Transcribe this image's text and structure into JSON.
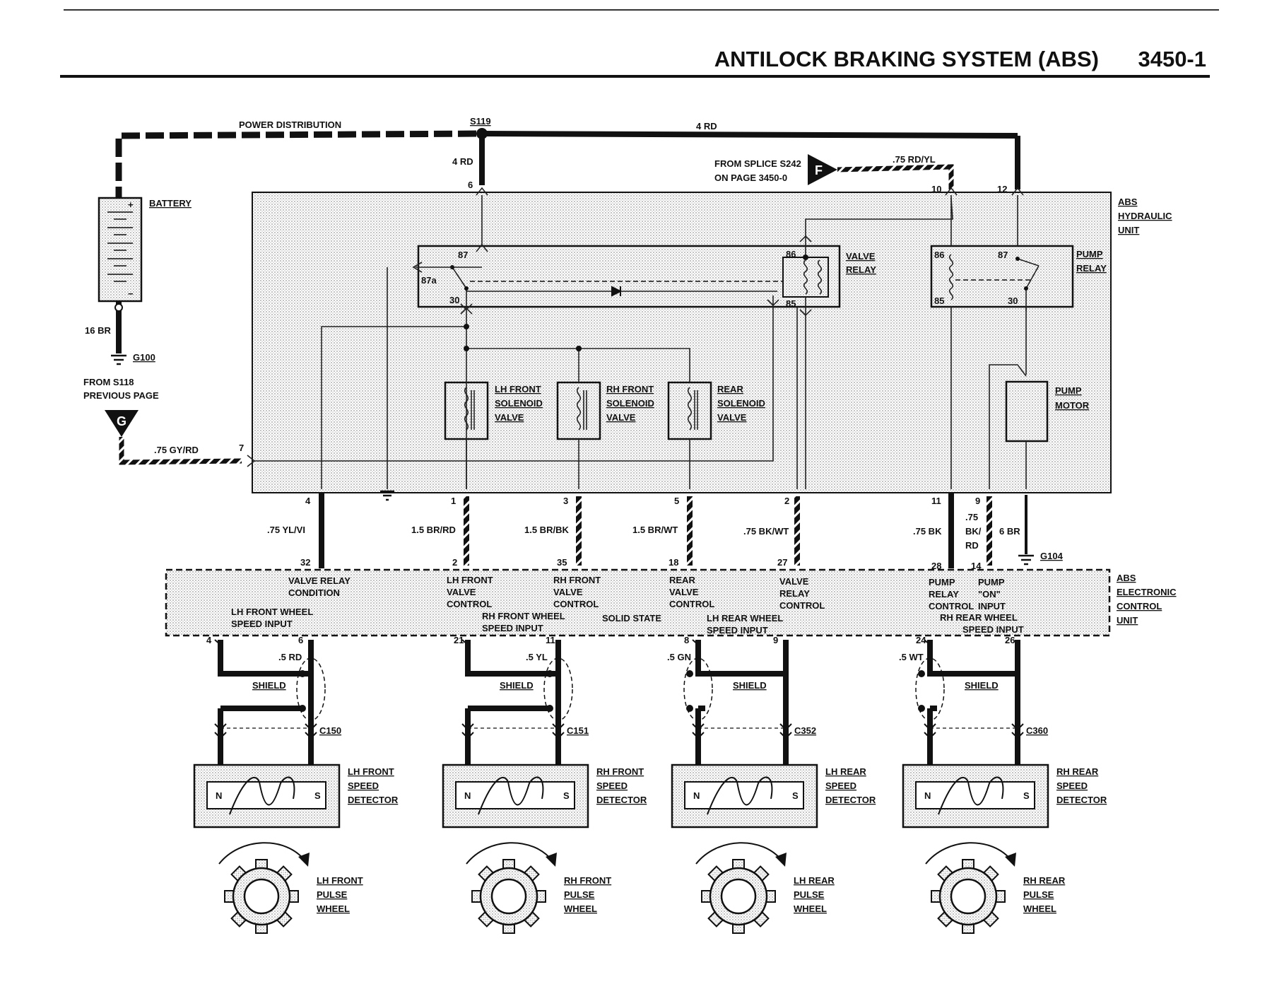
{
  "header": {
    "title": "ANTILOCK BRAKING SYSTEM (ABS)",
    "page_number": "3450-1"
  },
  "power": {
    "distribution_label": "POWER DISTRIBUTION",
    "splice_s119": "S119",
    "wire_top": "4 RD",
    "wire_down": "4 RD",
    "pin_6": "6"
  },
  "battery": {
    "label": "BATTERY",
    "wire": "16 BR",
    "ground": "G100",
    "from_line1": "FROM S118",
    "from_line2": "PREVIOUS PAGE",
    "connector_g": "G",
    "wire_g": ".75 GY/RD",
    "pin_7": "7"
  },
  "splice_f": {
    "line1": "FROM SPLICE S242",
    "line2": "ON PAGE  3450-0",
    "connector": "F",
    "wire": ".75 RD/YL",
    "pin_10": "10",
    "pin_12": "12"
  },
  "hydraulic_unit": {
    "label_line1": "ABS",
    "label_line2": "HYDRAULIC",
    "label_line3": "UNIT",
    "valve_relay_line1": "VALVE",
    "valve_relay_line2": "RELAY",
    "pump_relay_line1": "PUMP",
    "pump_relay_line2": "RELAY",
    "pump_motor_line1": "PUMP",
    "pump_motor_line2": "MOTOR",
    "relay_pins": {
      "p87": "87",
      "p87a": "87a",
      "p30": "30",
      "p86": "86",
      "p85": "85",
      "p87b": "87",
      "p86b": "86",
      "p85b": "85",
      "p30b": "30"
    },
    "lh_valve": [
      "LH FRONT",
      "SOLENOID",
      "VALVE"
    ],
    "rh_valve": [
      "RH FRONT",
      "SOLENOID",
      "VALVE"
    ],
    "rear_valve": [
      "REAR",
      "SOLENOID",
      "VALVE"
    ]
  },
  "harness": {
    "pins_top": [
      "4",
      "1",
      "3",
      "5",
      "2",
      "11",
      "9"
    ],
    "wires": [
      ".75 YL/VI",
      "1.5 BR/RD",
      "1.5 BR/BK",
      "1.5 BR/WT",
      ".75 BK/WT",
      ".75 BK"
    ],
    "wire_9": [
      ".75",
      "BK/",
      "RD"
    ],
    "wire_6br": "6 BR",
    "ground_g104": "G104",
    "pins_bottom": [
      "32",
      "2",
      "35",
      "18",
      "27",
      "28",
      "14"
    ]
  },
  "control_unit": {
    "label_line1": "ABS",
    "label_line2": "ELECTRONIC",
    "label_line3": "CONTROL",
    "label_line4": "UNIT",
    "solid_state": "SOLID STATE",
    "valve_relay_condition": [
      "VALVE RELAY",
      "CONDITION"
    ],
    "lh_front_wheel_input": [
      "LH FRONT WHEEL",
      "SPEED INPUT"
    ],
    "lh_front_valve_control": [
      "LH FRONT",
      "VALVE",
      "CONTROL"
    ],
    "rh_front_valve_control": [
      "RH FRONT",
      "VALVE",
      "CONTROL"
    ],
    "rh_front_wheel_input": [
      "RH FRONT WHEEL",
      "SPEED INPUT"
    ],
    "rear_valve_control": [
      "REAR",
      "VALVE",
      "CONTROL"
    ],
    "lh_rear_wheel_input": [
      "LH REAR WHEEL",
      "SPEED INPUT"
    ],
    "valve_relay_control": [
      "VALVE",
      "RELAY",
      "CONTROL"
    ],
    "pump_relay_control": [
      "PUMP",
      "RELAY",
      "CONTROL"
    ],
    "pump_on_input": [
      "PUMP",
      "\"ON\"",
      "INPUT"
    ],
    "rh_rear_wheel_input": [
      "RH REAR WHEEL",
      "SPEED INPUT"
    ]
  },
  "sensors": [
    {
      "pin_a": "4",
      "pin_b": "6",
      "wire": ".5 RD",
      "shield": "SHIELD",
      "connector": "C150",
      "detector": [
        "LH FRONT",
        "SPEED",
        "DETECTOR"
      ],
      "wheel": [
        "LH FRONT",
        "PULSE",
        "WHEEL"
      ],
      "n": "N",
      "s": "S"
    },
    {
      "pin_a": "21",
      "pin_b": "11",
      "wire": ".5 YL",
      "shield": "SHIELD",
      "connector": "C151",
      "detector": [
        "RH FRONT",
        "SPEED",
        "DETECTOR"
      ],
      "wheel": [
        "RH FRONT",
        "PULSE",
        "WHEEL"
      ],
      "n": "N",
      "s": "S"
    },
    {
      "pin_a": "8",
      "pin_b": "9",
      "wire": ".5 GN",
      "shield": "SHIELD",
      "connector": "C352",
      "detector": [
        "LH REAR",
        "SPEED",
        "DETECTOR"
      ],
      "wheel": [
        "LH REAR",
        "PULSE",
        "WHEEL"
      ],
      "n": "N",
      "s": "S"
    },
    {
      "pin_a": "24",
      "pin_b": "26",
      "wire": ".5 WT",
      "shield": "SHIELD",
      "connector": "C360",
      "detector": [
        "RH REAR",
        "SPEED",
        "DETECTOR"
      ],
      "wheel": [
        "RH REAR",
        "PULSE",
        "WHEEL"
      ],
      "n": "N",
      "s": "S"
    }
  ]
}
